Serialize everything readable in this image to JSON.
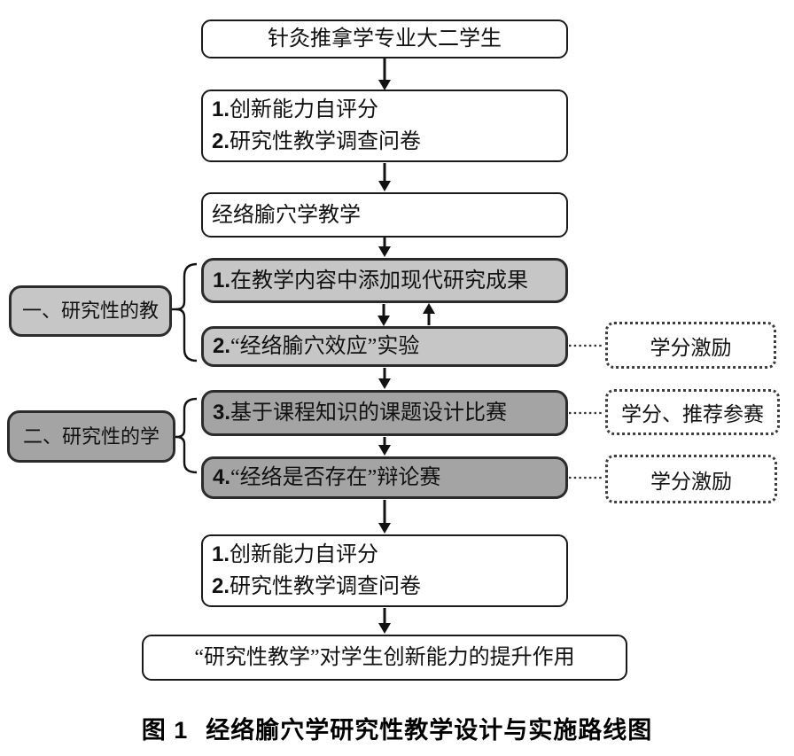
{
  "figure": {
    "caption_prefix": "图 1",
    "caption_title": "经络腧穴学研究性教学设计与实施路线图"
  },
  "flow": {
    "students": "针灸推拿学专业大二学生",
    "pretest": [
      {
        "num": "1.",
        "text": "创新能力自评分"
      },
      {
        "num": "2.",
        "text": "研究性教学调查问卷"
      }
    ],
    "course": "经络腧穴学教学",
    "teach_steps": [
      {
        "num": "1.",
        "text": "在教学内容中添加现代研究成果"
      },
      {
        "num": "2.",
        "text": "“经络腧穴效应”实验"
      }
    ],
    "learn_steps": [
      {
        "num": "3.",
        "text": "基于课程知识的课题设计比赛"
      },
      {
        "num": "4.",
        "text": "“经络是否存在”辩论赛"
      }
    ],
    "posttest": [
      {
        "num": "1.",
        "text": "创新能力自评分"
      },
      {
        "num": "2.",
        "text": "研究性教学调查问卷"
      }
    ],
    "outcome": "“研究性教学”对学生创新能力的提升作用"
  },
  "side_labels": {
    "teach": "一、研究性的教",
    "learn": "二、研究性的学"
  },
  "incentives": {
    "experiment": "学分激励",
    "contest": "学分、推荐参赛",
    "debate": "学分激励"
  },
  "colors": {
    "teach_fill": "#c6c6c6",
    "learn_fill": "#a4a4a4",
    "box_border": "#1a1a1a",
    "arrow": "#111111",
    "background": "#ffffff"
  }
}
